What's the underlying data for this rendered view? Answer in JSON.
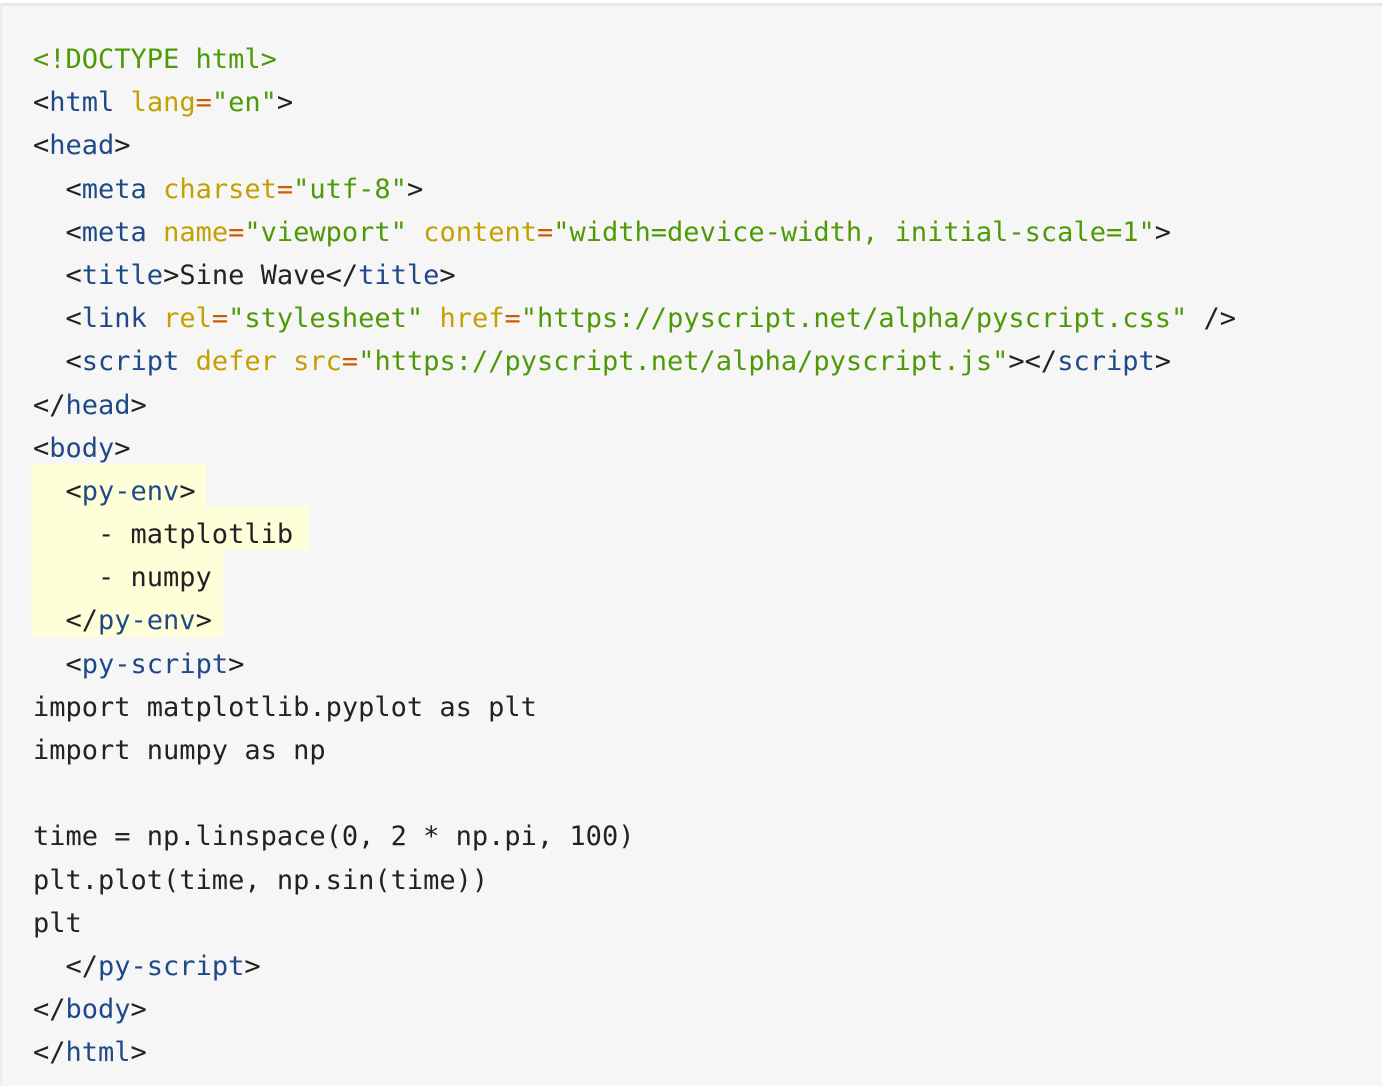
{
  "code_block": {
    "language": "html",
    "highlighted_lines": [
      10,
      11,
      12,
      13
    ],
    "colors": {
      "background": "#f6f6f6",
      "highlight": "#fefed9",
      "doctype": "#4e9a06",
      "tag": "#204a87",
      "attribute": "#c4a000",
      "equals": "#ce5c00",
      "string": "#4e9a06",
      "text": "#222222"
    },
    "lines": [
      [
        {
          "t": "<!DOCTYPE html>",
          "c": "doc"
        }
      ],
      [
        {
          "t": "<",
          "c": "punc"
        },
        {
          "t": "html",
          "c": "tag"
        },
        {
          "t": " ",
          "c": "plain"
        },
        {
          "t": "lang",
          "c": "attr"
        },
        {
          "t": "=",
          "c": "eq"
        },
        {
          "t": "\"en\"",
          "c": "str"
        },
        {
          "t": ">",
          "c": "punc"
        }
      ],
      [
        {
          "t": "<",
          "c": "punc"
        },
        {
          "t": "head",
          "c": "tag"
        },
        {
          "t": ">",
          "c": "punc"
        }
      ],
      [
        {
          "t": "  <",
          "c": "punc"
        },
        {
          "t": "meta",
          "c": "tag"
        },
        {
          "t": " ",
          "c": "plain"
        },
        {
          "t": "charset",
          "c": "attr"
        },
        {
          "t": "=",
          "c": "eq"
        },
        {
          "t": "\"utf-8\"",
          "c": "str"
        },
        {
          "t": ">",
          "c": "punc"
        }
      ],
      [
        {
          "t": "  <",
          "c": "punc"
        },
        {
          "t": "meta",
          "c": "tag"
        },
        {
          "t": " ",
          "c": "plain"
        },
        {
          "t": "name",
          "c": "attr"
        },
        {
          "t": "=",
          "c": "eq"
        },
        {
          "t": "\"viewport\"",
          "c": "str"
        },
        {
          "t": " ",
          "c": "plain"
        },
        {
          "t": "content",
          "c": "attr"
        },
        {
          "t": "=",
          "c": "eq"
        },
        {
          "t": "\"width=device-width, initial-scale=1\"",
          "c": "str"
        },
        {
          "t": ">",
          "c": "punc"
        }
      ],
      [
        {
          "t": "  <",
          "c": "punc"
        },
        {
          "t": "title",
          "c": "tag"
        },
        {
          "t": ">Sine Wave</",
          "c": "plain"
        },
        {
          "t": "title",
          "c": "tag"
        },
        {
          "t": ">",
          "c": "punc"
        }
      ],
      [
        {
          "t": "  <",
          "c": "punc"
        },
        {
          "t": "link",
          "c": "tag"
        },
        {
          "t": " ",
          "c": "plain"
        },
        {
          "t": "rel",
          "c": "attr"
        },
        {
          "t": "=",
          "c": "eq"
        },
        {
          "t": "\"stylesheet\"",
          "c": "str"
        },
        {
          "t": " ",
          "c": "plain"
        },
        {
          "t": "href",
          "c": "attr"
        },
        {
          "t": "=",
          "c": "eq"
        },
        {
          "t": "\"https://pyscript.net/alpha/pyscript.css\"",
          "c": "str"
        },
        {
          "t": " />",
          "c": "punc"
        }
      ],
      [
        {
          "t": "  <",
          "c": "punc"
        },
        {
          "t": "script",
          "c": "tag"
        },
        {
          "t": " ",
          "c": "plain"
        },
        {
          "t": "defer",
          "c": "attr"
        },
        {
          "t": " ",
          "c": "plain"
        },
        {
          "t": "src",
          "c": "attr"
        },
        {
          "t": "=",
          "c": "eq"
        },
        {
          "t": "\"https://pyscript.net/alpha/pyscript.js\"",
          "c": "str"
        },
        {
          "t": "></",
          "c": "punc"
        },
        {
          "t": "script",
          "c": "tag"
        },
        {
          "t": ">",
          "c": "punc"
        }
      ],
      [
        {
          "t": "</",
          "c": "punc"
        },
        {
          "t": "head",
          "c": "tag"
        },
        {
          "t": ">",
          "c": "punc"
        }
      ],
      [
        {
          "t": "<",
          "c": "punc"
        },
        {
          "t": "body",
          "c": "tag"
        },
        {
          "t": ">",
          "c": "punc"
        }
      ],
      [
        {
          "t": "  <",
          "c": "punc"
        },
        {
          "t": "py-env",
          "c": "tag"
        },
        {
          "t": ">",
          "c": "punc"
        }
      ],
      [
        {
          "t": "    - matplotlib",
          "c": "plain"
        }
      ],
      [
        {
          "t": "    - numpy",
          "c": "plain"
        }
      ],
      [
        {
          "t": "  </",
          "c": "punc"
        },
        {
          "t": "py-env",
          "c": "tag"
        },
        {
          "t": ">",
          "c": "punc"
        }
      ],
      [
        {
          "t": "  <",
          "c": "punc"
        },
        {
          "t": "py-script",
          "c": "tag"
        },
        {
          "t": ">",
          "c": "punc"
        }
      ],
      [
        {
          "t": "import matplotlib.pyplot as plt",
          "c": "plain"
        }
      ],
      [
        {
          "t": "import numpy as np",
          "c": "plain"
        }
      ],
      [
        {
          "t": "",
          "c": "plain"
        }
      ],
      [
        {
          "t": "time = np.linspace(0, 2 * np.pi, 100)",
          "c": "plain"
        }
      ],
      [
        {
          "t": "plt.plot(time, np.sin(time))",
          "c": "plain"
        }
      ],
      [
        {
          "t": "plt",
          "c": "plain"
        }
      ],
      [
        {
          "t": "  </",
          "c": "punc"
        },
        {
          "t": "py-script",
          "c": "tag"
        },
        {
          "t": ">",
          "c": "punc"
        }
      ],
      [
        {
          "t": "</",
          "c": "punc"
        },
        {
          "t": "body",
          "c": "tag"
        },
        {
          "t": ">",
          "c": "punc"
        }
      ],
      [
        {
          "t": "</",
          "c": "punc"
        },
        {
          "t": "html",
          "c": "tag"
        },
        {
          "t": ">",
          "c": "punc"
        }
      ]
    ]
  }
}
